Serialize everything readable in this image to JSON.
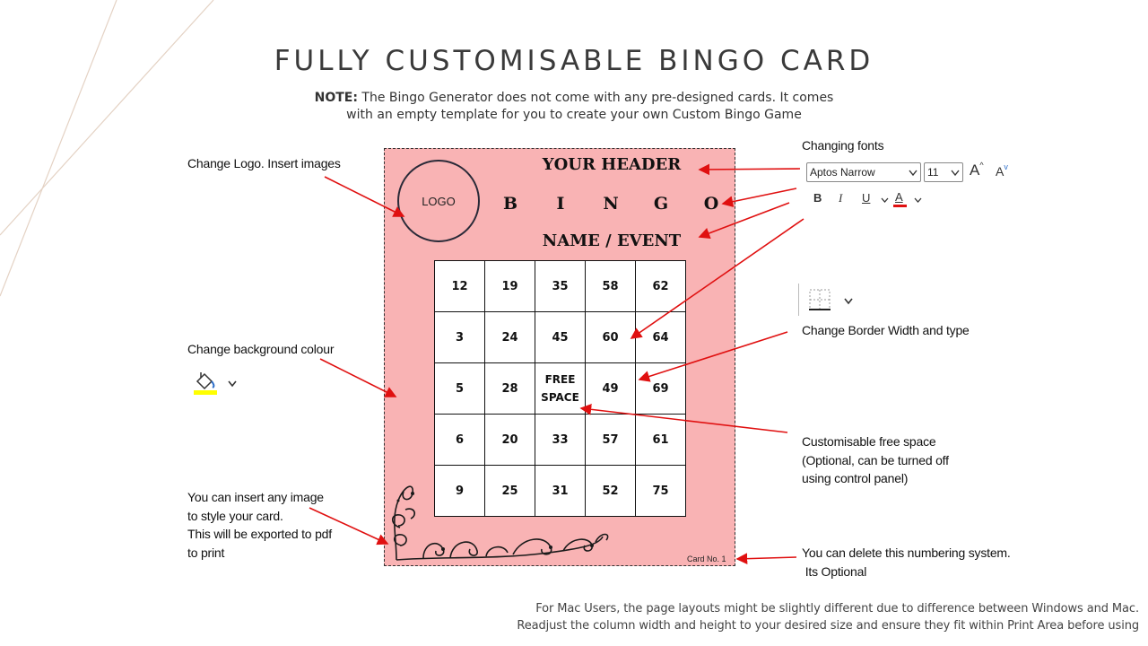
{
  "title": "FULLY CUSTOMISABLE BINGO CARD",
  "note": {
    "label": "NOTE:",
    "line1": " The Bingo Generator does not come with any pre-designed cards. It comes",
    "line2": "with an empty template for you to create your own Custom Bingo Game"
  },
  "annotations": {
    "logo": "Change Logo. Insert images",
    "background": "Change background colour",
    "image": [
      "You can insert any image",
      "to style your card.",
      "This will be exported to pdf",
      "to print"
    ],
    "fonts": "Changing fonts",
    "border": "Change Border Width and type",
    "free_space": [
      "Customisable free space",
      "(Optional, can be turned off",
      "using control panel)"
    ],
    "numbering": [
      "You can delete this numbering system.",
      " Its Optional"
    ]
  },
  "card": {
    "logo": "LOGO",
    "header": "YOUR HEADER",
    "letters": [
      "B",
      "I",
      "N",
      "G",
      "O"
    ],
    "event": "NAME / EVENT",
    "grid": [
      [
        "12",
        "19",
        "35",
        "58",
        "62"
      ],
      [
        "3",
        "24",
        "45",
        "60",
        "64"
      ],
      [
        "5",
        "28",
        "FREE|SPACE",
        "49",
        "69"
      ],
      [
        "6",
        "20",
        "33",
        "57",
        "61"
      ],
      [
        "9",
        "25",
        "31",
        "52",
        "75"
      ]
    ],
    "card_no": "Card No. 1",
    "background_color": "#f9b3b4"
  },
  "toolbar": {
    "font_name": "Aptos Narrow",
    "font_size": "11",
    "grow_label": "A",
    "shrink_label": "A",
    "bold": "B",
    "italic": "I",
    "underline": "U",
    "font_color": "A"
  },
  "footer": {
    "line1": "For Mac Users, the page layouts might be slightly different due to difference between Windows and Mac.",
    "line2": "Readjust the column width and height to your desired size and ensure they fit within Print Area before using"
  },
  "colors": {
    "arrow": "#e01010",
    "accent_yellow": "#ffff00",
    "font_color_bar": "#e01010"
  }
}
